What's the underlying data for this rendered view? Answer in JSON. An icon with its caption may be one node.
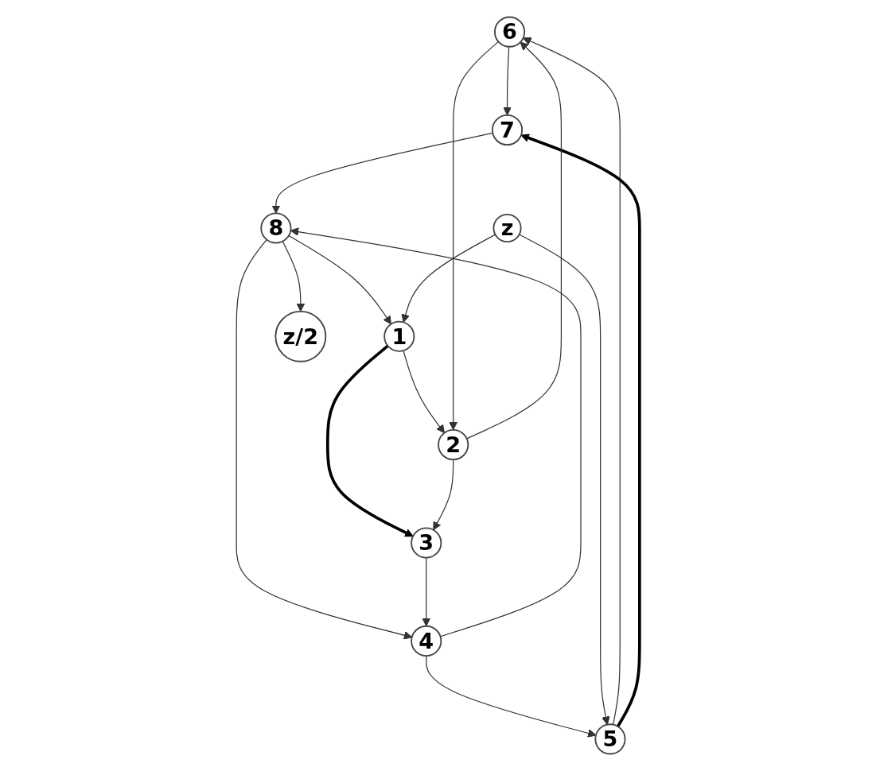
{
  "diagram": {
    "nodes": [
      {
        "text": [
          "6"
        ]
      },
      {
        "text": [
          "5"
        ]
      },
      {
        "text": [
          "7"
        ]
      },
      {
        "text": [
          "4"
        ]
      },
      {
        "text": [
          "8"
        ]
      },
      {
        "text": [
          "3"
        ]
      },
      {
        "text": [
          "1"
        ]
      },
      {
        "text": [
          "2"
        ]
      },
      {
        "text": [
          "z"
        ]
      },
      {
        "text": [
          "z/2"
        ]
      }
    ],
    "edges": [
      {
        "from": 1,
        "to": 0,
        "arrow": "to"
      },
      {
        "from": 0,
        "to": 2,
        "arrow": "to"
      },
      {
        "from": 1,
        "to": 2,
        "arrow": "to",
        "style": "thick"
      },
      {
        "from": 2,
        "to": 4,
        "arrow": "to"
      },
      {
        "from": 3,
        "to": 1,
        "arrow": "to"
      },
      {
        "from": 3,
        "to": 4,
        "arrow": "to"
      },
      {
        "from": 4,
        "to": 3,
        "arrow": "to"
      },
      {
        "from": 5,
        "to": 3,
        "arrow": "to"
      },
      {
        "from": 4,
        "to": 6,
        "arrow": "to"
      },
      {
        "from": 6,
        "to": 5,
        "arrow": "to",
        "style": "thick"
      },
      {
        "from": 6,
        "to": 7,
        "arrow": "to"
      },
      {
        "from": 7,
        "to": 5,
        "arrow": "to"
      },
      {
        "from": 7,
        "to": 0,
        "arrow": "to"
      },
      {
        "from": 0,
        "to": 7,
        "arrow": "to"
      },
      {
        "from": 8,
        "to": 1,
        "arrow": "to"
      },
      {
        "from": 8,
        "to": 6,
        "arrow": "to"
      },
      {
        "from": 4,
        "to": 9,
        "arrow": "to"
      }
    ]
  }
}
